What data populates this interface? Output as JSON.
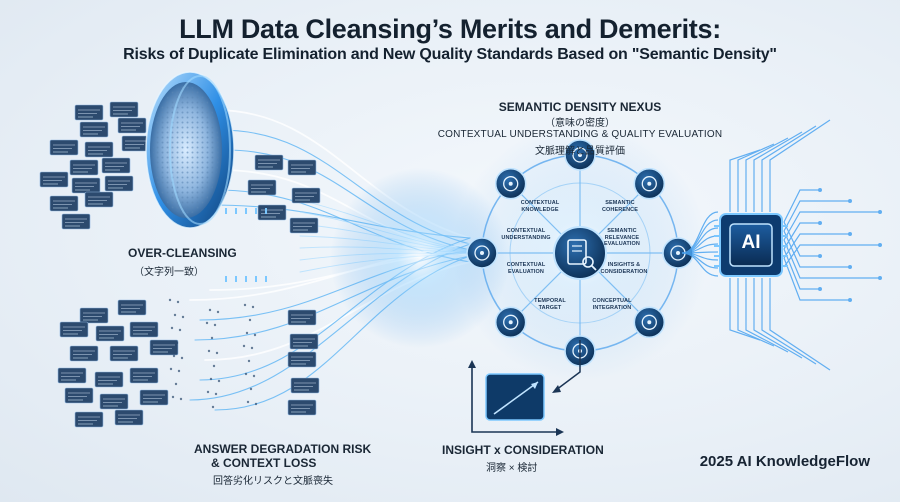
{
  "header": {
    "title": "LLM Data Cleansing’s Merits and Demerits:",
    "subtitle": "Risks of Duplicate Elimination and New Quality Standards Based on \"Semantic Density\""
  },
  "labels": {
    "over_cleansing": "OVER-CLEANSING",
    "over_cleansing_ja": "（文字列一致）",
    "nexus_title": "SEMANTIC DENSITY NEXUS",
    "nexus_title_ja": "（意味の密度）",
    "nexus_sub": "CONTEXTUAL UNDERSTANDING & QUALITY EVALUATION",
    "nexus_sub_ja": "文脈理解と品質評価",
    "risk_line1": "ANSWER DEGRADATION RISK",
    "risk_line2": "& CONTEXT LOSS",
    "risk_ja": "回答劣化リスクと文脈喪失",
    "insight": "INSIGHT x CONSIDERATION",
    "insight_ja": "洞察 × 検討",
    "chip": "AI",
    "brand": "2025 AI KnowledgeFlow"
  },
  "nodes": [
    {
      "id": "contextual-knowledge",
      "line1": "CONTEXTUAL",
      "line2": "KNOWLEDGE"
    },
    {
      "id": "semantic-coherence",
      "line1": "SEMANTIC",
      "line2": "COHERENCE"
    },
    {
      "id": "contextual-understanding",
      "line1": "CONTEXTUAL",
      "line2": "UNDERSTANDING"
    },
    {
      "id": "semantic-relevance-evaluation",
      "line1": "SEMANTIC",
      "line2": "RELEVANCE EVALUATION"
    },
    {
      "id": "contextual-evaluation",
      "line1": "CONTEXTUAL",
      "line2": "EVALUATION"
    },
    {
      "id": "insights-consideration",
      "line1": "INSIGHTS &",
      "line2": "CONSIDERATION"
    },
    {
      "id": "temporal-target",
      "line1": "TEMPORAL",
      "line2": "TARGET"
    },
    {
      "id": "conceptual-integration",
      "line1": "CONCEPTUAL",
      "line2": "INTEGRATION"
    }
  ],
  "colors": {
    "accent": "#2f8fe6",
    "glow": "#7cc8ff",
    "node": "#0f3a66",
    "text_dark": "#14212f"
  }
}
